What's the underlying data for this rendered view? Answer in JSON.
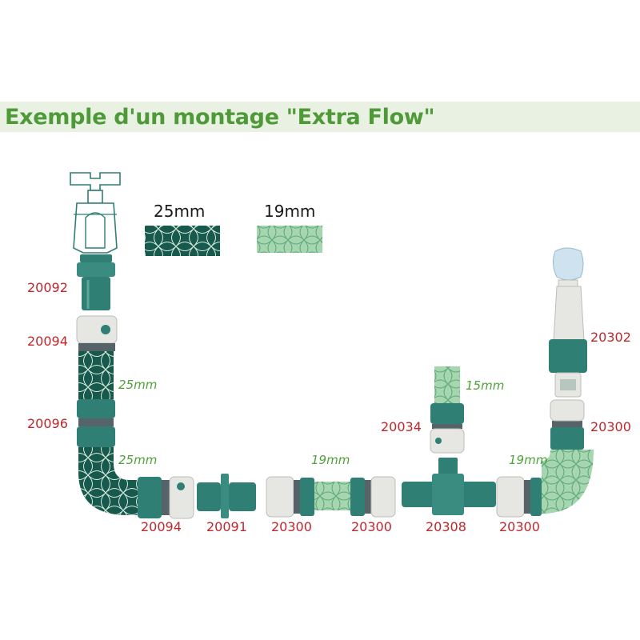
{
  "title": "Exemple d'un montage \"Extra Flow\"",
  "legend": {
    "large_label": "25mm",
    "small_label": "19mm"
  },
  "colors": {
    "title": "#4f9a38",
    "banner": "#e9f1e2",
    "code": "#c0262c",
    "size": "#4fa23a",
    "hose_25mm": "#17594d",
    "hose_19mm": "#a6d6b0",
    "fitting_green": "#2f7f74",
    "fitting_white": "#e6e6e2"
  },
  "codes": {
    "tap_adapter": "20092",
    "hose_connector_top": "20094",
    "hose_repair": "20096",
    "hose_connector_bottom": "20094",
    "double_male": "20091",
    "connector_left": "20300",
    "connector_right": "20300",
    "tee": "20308",
    "connector_after_tee": "20300",
    "connector_vertical": "20300",
    "branch_connector": "20034",
    "spray_nozzle": "20302"
  },
  "sizes": {
    "hose_a": "25mm",
    "hose_b": "25mm",
    "hose_c": "19mm",
    "hose_d": "15mm",
    "hose_e": "19mm"
  }
}
